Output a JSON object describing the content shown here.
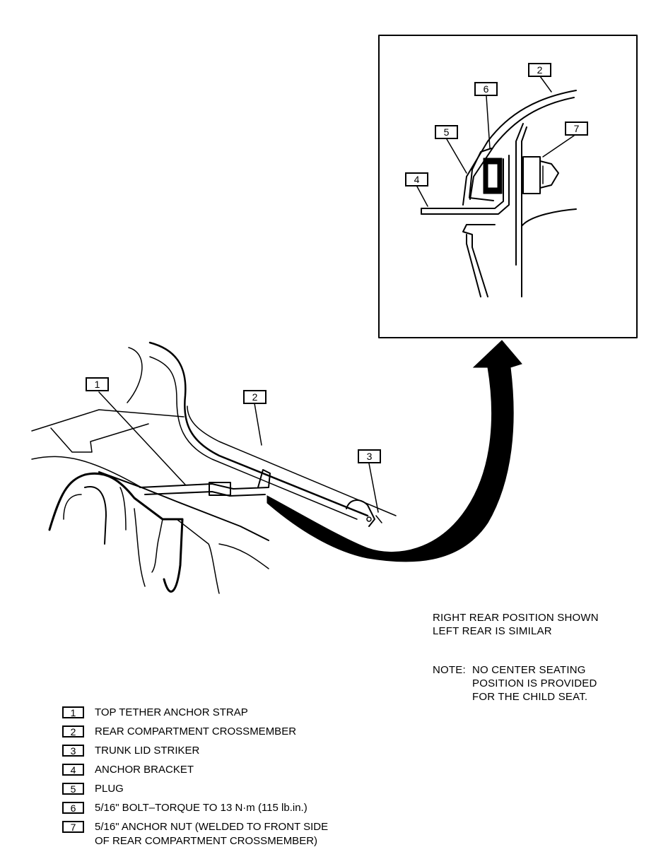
{
  "callouts": {
    "c1": "1",
    "c2": "2",
    "c3": "3",
    "d2": "2",
    "d4": "4",
    "d5": "5",
    "d6": "6",
    "d7": "7"
  },
  "notes": {
    "position": [
      "RIGHT REAR POSITION SHOWN",
      "LEFT REAR IS SIMILAR"
    ],
    "center_label": "NOTE:",
    "center_lines": [
      "NO CENTER SEATING",
      "POSITION IS PROVIDED",
      "FOR THE CHILD SEAT."
    ]
  },
  "legend": [
    {
      "num": "1",
      "text": "TOP TETHER ANCHOR STRAP"
    },
    {
      "num": "2",
      "text": "REAR COMPARTMENT CROSSMEMBER"
    },
    {
      "num": "3",
      "text": "TRUNK LID STRIKER"
    },
    {
      "num": "4",
      "text": "ANCHOR BRACKET"
    },
    {
      "num": "5",
      "text": "PLUG"
    },
    {
      "num": "6",
      "text": "5/16\" BOLT–TORQUE TO 13 N·m (115 lb.in.)"
    },
    {
      "num": "7",
      "text": "5/16\" ANCHOR NUT (WELDED TO FRONT SIDE",
      "text2": "OF REAR COMPARTMENT CROSSMEMBER)"
    }
  ]
}
